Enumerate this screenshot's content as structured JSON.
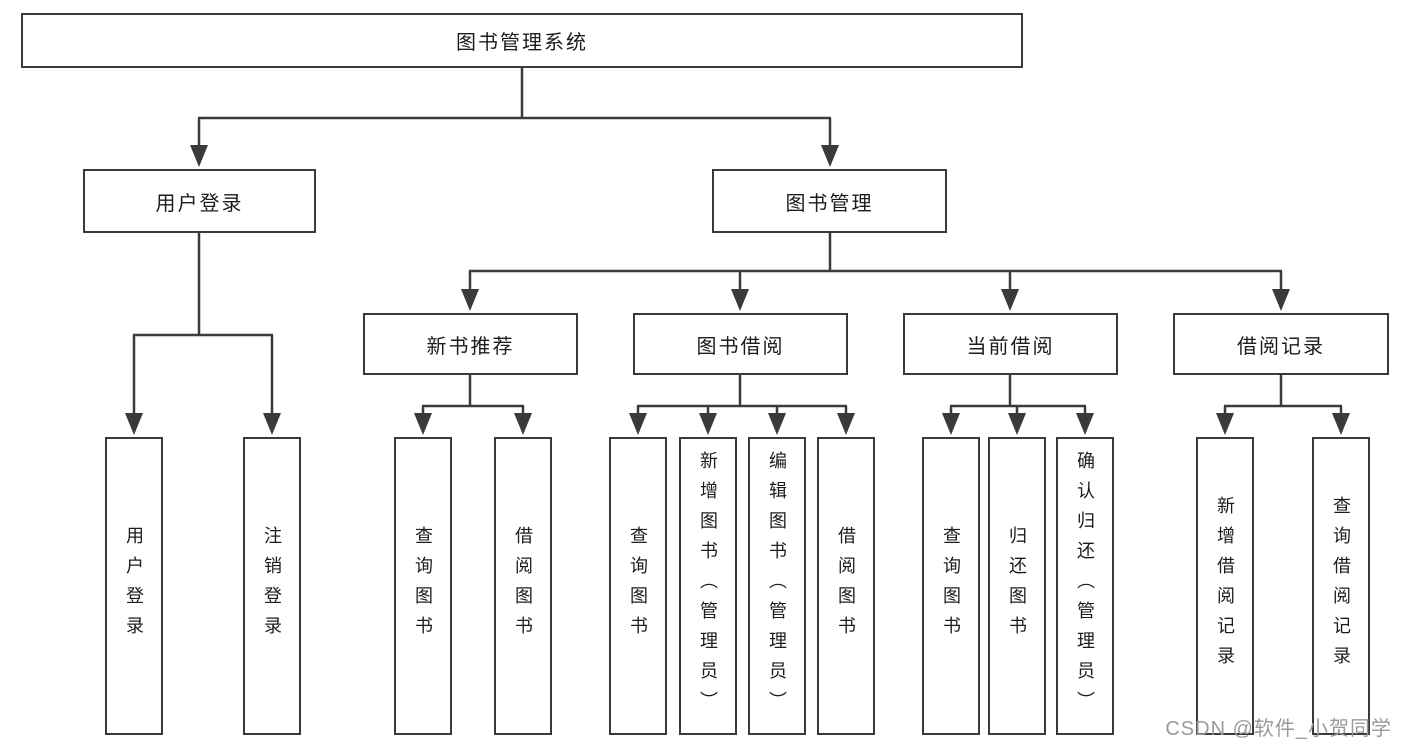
{
  "tree": {
    "label": "图书管理系统",
    "children": [
      {
        "label": "用户登录",
        "children": [
          {
            "label": "用户登录"
          },
          {
            "label": "注销登录"
          }
        ]
      },
      {
        "label": "图书管理",
        "children": [
          {
            "label": "新书推荐",
            "children": [
              {
                "label": "查询图书"
              },
              {
                "label": "借阅图书"
              }
            ]
          },
          {
            "label": "图书借阅",
            "children": [
              {
                "label": "查询图书"
              },
              {
                "label": "新增图书（管理员）"
              },
              {
                "label": "编辑图书（管理员）"
              },
              {
                "label": "借阅图书"
              }
            ]
          },
          {
            "label": "当前借阅",
            "children": [
              {
                "label": "查询图书"
              },
              {
                "label": "归还图书"
              },
              {
                "label": "确认归还（管理员）"
              }
            ]
          },
          {
            "label": "借阅记录",
            "children": [
              {
                "label": "新增借阅记录"
              },
              {
                "label": "查询借阅记录"
              }
            ]
          }
        ]
      }
    ]
  },
  "watermark": {
    "text": "CSDN @软件_小贺同学"
  },
  "colors": {
    "background": "#ffffff",
    "line": "#3a3a3a",
    "box_border": "#3a3a3a",
    "label_text": "#1c1c1c",
    "watermark_text": "#9a9a9a"
  }
}
